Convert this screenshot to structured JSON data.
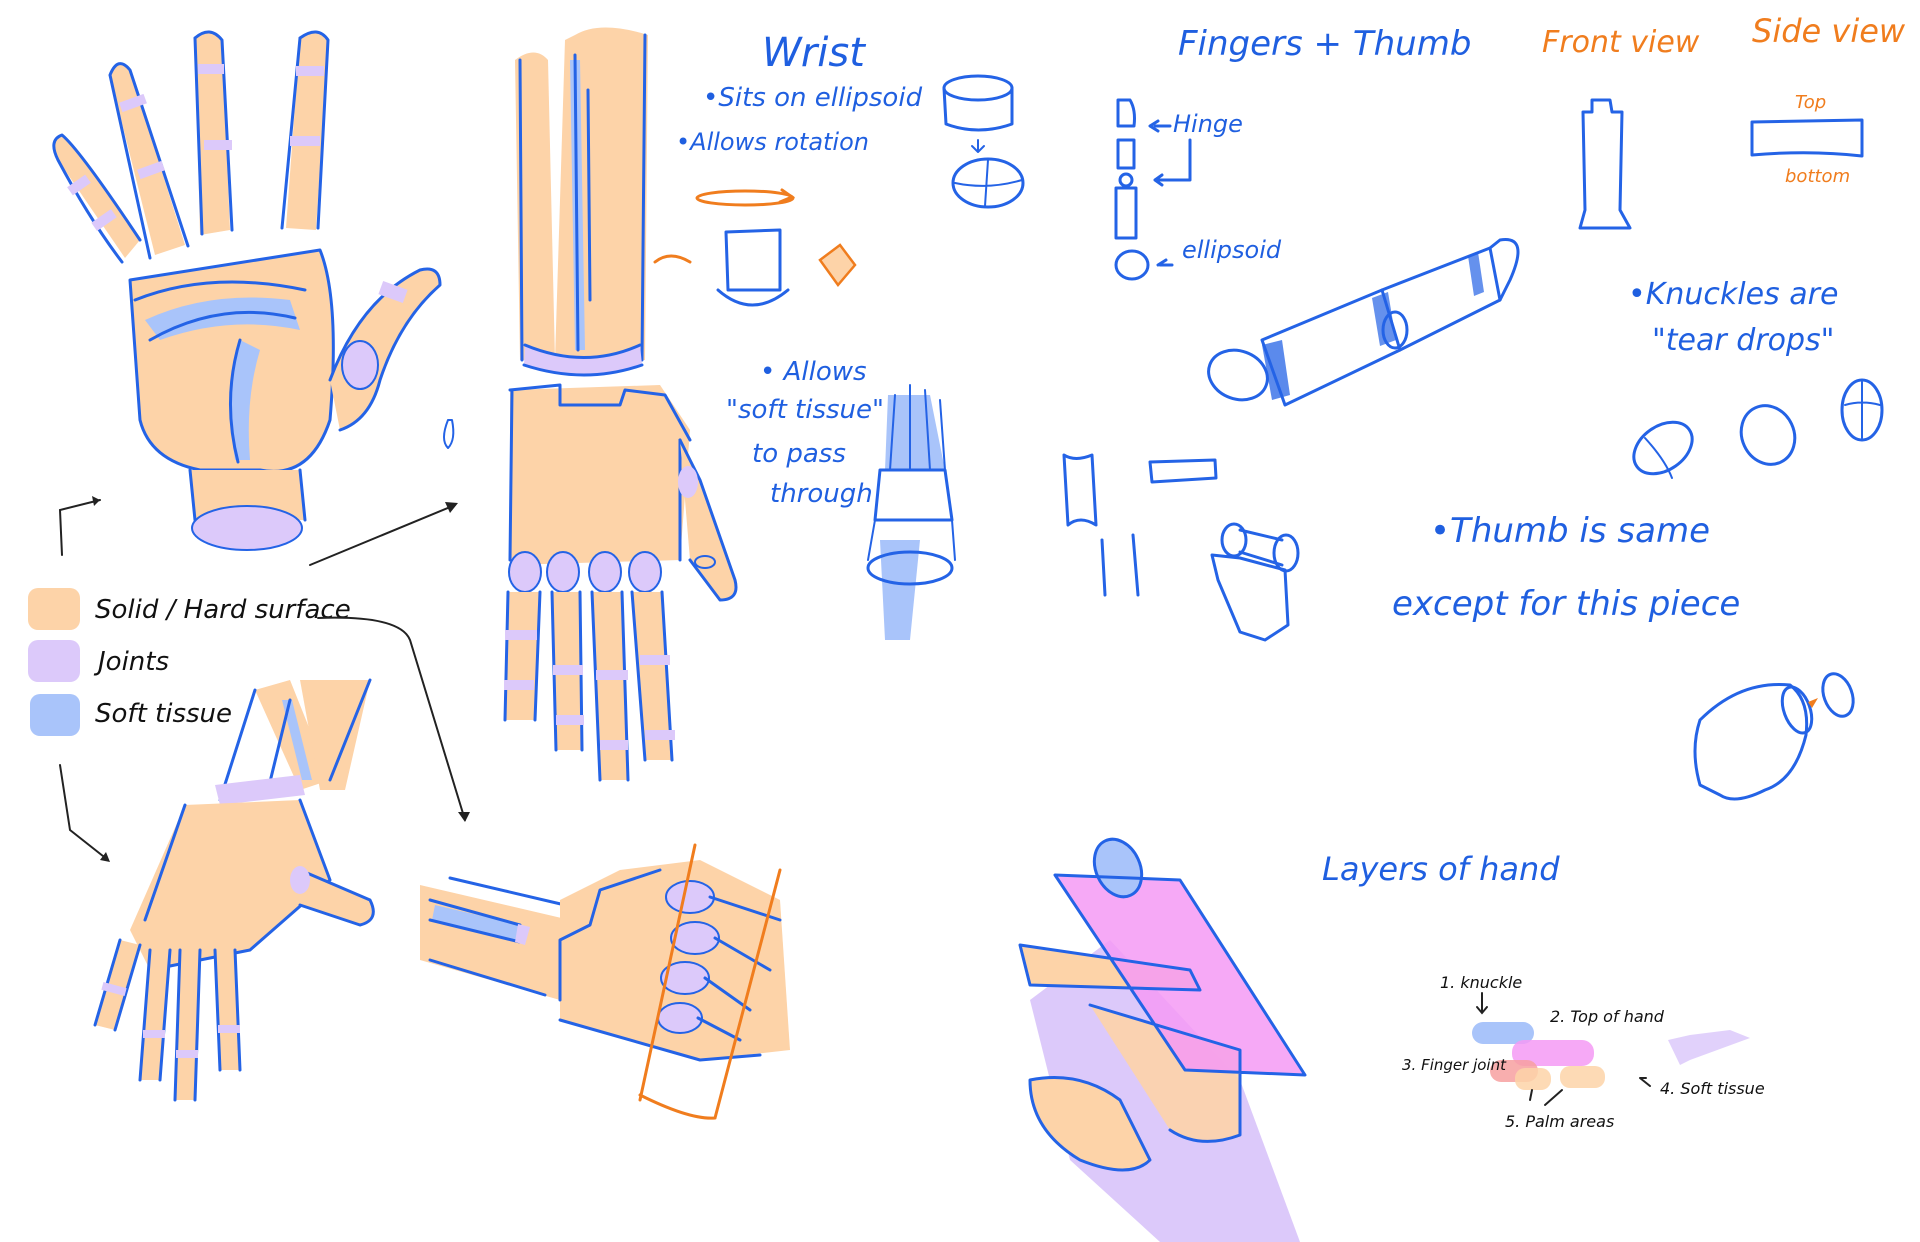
{
  "colors": {
    "solid": "#fdd3a8",
    "joint": "#dcc9fa",
    "soft_tissue": "#a9c4fa",
    "ink_blue": "#2463e6",
    "accent_orange": "#f07d1e",
    "top_of_hand_magenta": "#f59af5",
    "finger_joint_red": "#f7a0a0"
  },
  "legend": {
    "items": [
      {
        "label": "Solid / Hard surface",
        "color": "#fdd3a8"
      },
      {
        "label": "Joints",
        "color": "#dcc9fa"
      },
      {
        "label": "Soft tissue",
        "color": "#a9c4fa"
      }
    ]
  },
  "wrist_section": {
    "title": "Wrist",
    "bullets": [
      "•Sits on ellipsoid",
      "•Allows rotation"
    ],
    "soft_tissue_note": [
      "• Allows",
      "\"soft tissue\"",
      "to pass",
      "through"
    ]
  },
  "fingers_section": {
    "title": "Fingers + Thumb",
    "labels": {
      "hinge": "Hinge",
      "ellipsoid": "ellipsoid"
    }
  },
  "views_section": {
    "front_view": "Front view",
    "side_view": "Side view",
    "top": "Top",
    "bottom": "bottom"
  },
  "knuckles_note": [
    "•Knuckles are",
    "\"tear drops\""
  ],
  "thumb_note": [
    "•Thumb is same",
    "except for this piece"
  ],
  "layers_section": {
    "title": "Layers of hand",
    "labels": [
      "1. knuckle",
      "2. Top of hand",
      "3. Finger joint",
      "4. Soft tissue",
      "5. Palm areas"
    ]
  }
}
